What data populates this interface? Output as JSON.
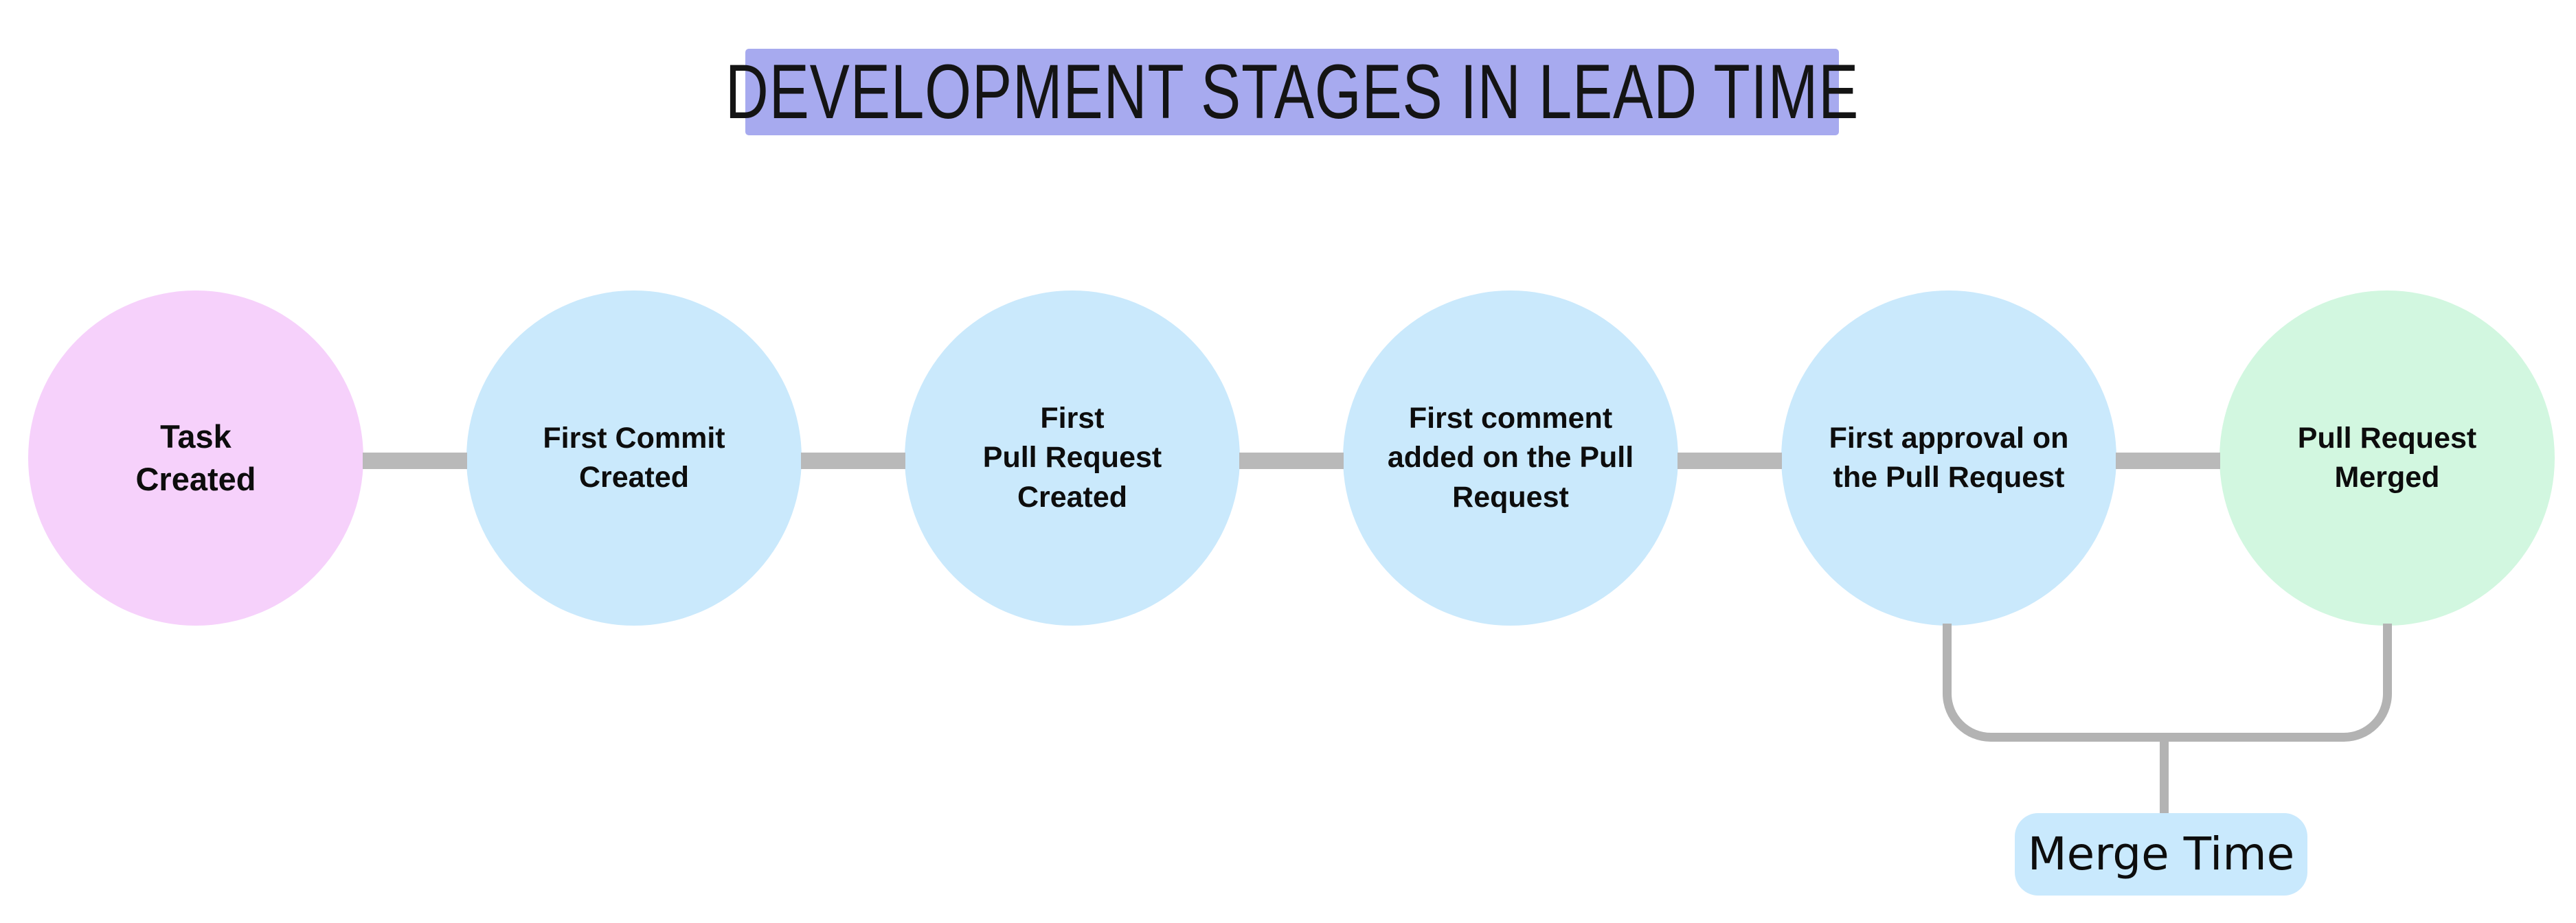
{
  "title": "DEVELOPMENT STAGES IN LEAD TIME",
  "stages": [
    {
      "label": "Task\nCreated",
      "color": "#f6d1fb"
    },
    {
      "label": "First Commit\nCreated",
      "color": "#cae9fc"
    },
    {
      "label": "First\nPull Request\nCreated",
      "color": "#cae9fc"
    },
    {
      "label": "First comment\nadded on the Pull\nRequest",
      "color": "#cae9fc"
    },
    {
      "label": "First approval on\nthe Pull Request",
      "color": "#cae9fc"
    },
    {
      "label": "Pull Request\nMerged",
      "color": "#d2f7e0"
    }
  ],
  "annotation": {
    "label": "Merge Time",
    "from_stage": "First approval on the Pull Request",
    "to_stage": "Pull Request Merged",
    "box_color": "#c9e9fd"
  },
  "theme": {
    "title-bg": "#a7aaef",
    "connector-gray": "#b9b9b9",
    "bracket-gray": "#b3b3b3",
    "text-color": "#0d0d0d",
    "canvas-bg": "#ffffff"
  }
}
